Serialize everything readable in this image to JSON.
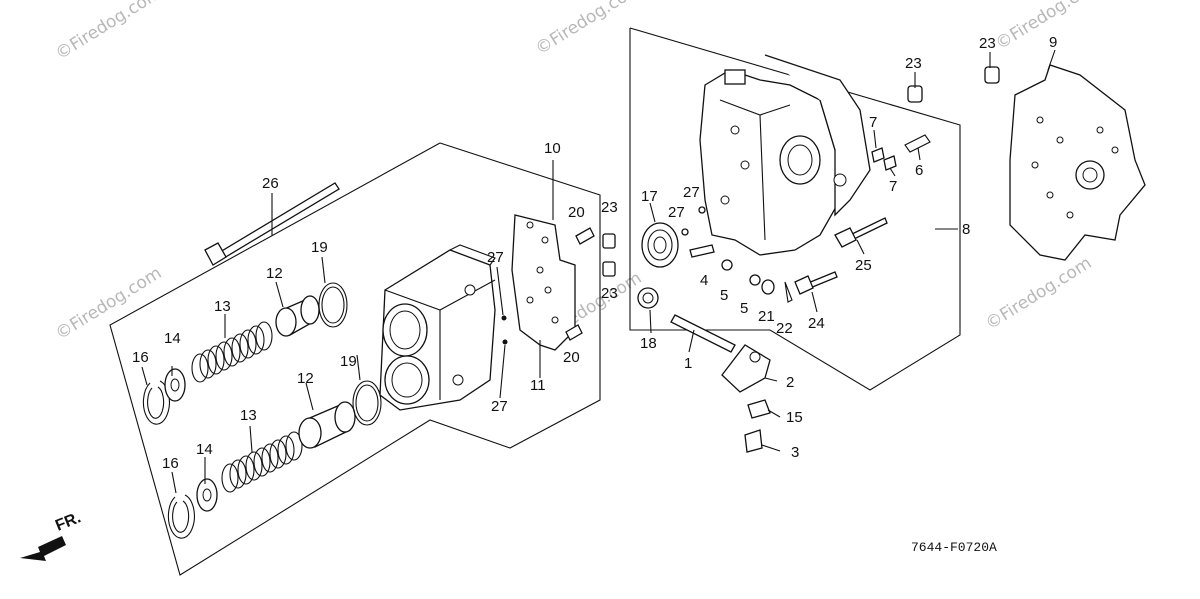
{
  "diagram_code": "7644-F0720A",
  "front_marker": "FR.",
  "watermark": "©Firedog.com",
  "callouts": {
    "p1": "1",
    "p2": "2",
    "p3": "3",
    "p4": "4",
    "p5a": "5",
    "p5b": "5",
    "p6": "6",
    "p7a": "7",
    "p7b": "7",
    "p8": "8",
    "p9": "9",
    "p10": "10",
    "p11": "11",
    "p12a": "12",
    "p12b": "12",
    "p13a": "13",
    "p13b": "13",
    "p14a": "14",
    "p14b": "14",
    "p15": "15",
    "p16a": "16",
    "p16b": "16",
    "p17": "17",
    "p18": "18",
    "p19a": "19",
    "p19b": "19",
    "p20a": "20",
    "p20b": "20",
    "p21": "21",
    "p22": "22",
    "p23a": "23",
    "p23b": "23",
    "p23c": "23",
    "p23d": "23",
    "p24": "24",
    "p25": "25",
    "p26": "26",
    "p27a": "27",
    "p27b": "27",
    "p27c": "27",
    "p27d": "27"
  }
}
